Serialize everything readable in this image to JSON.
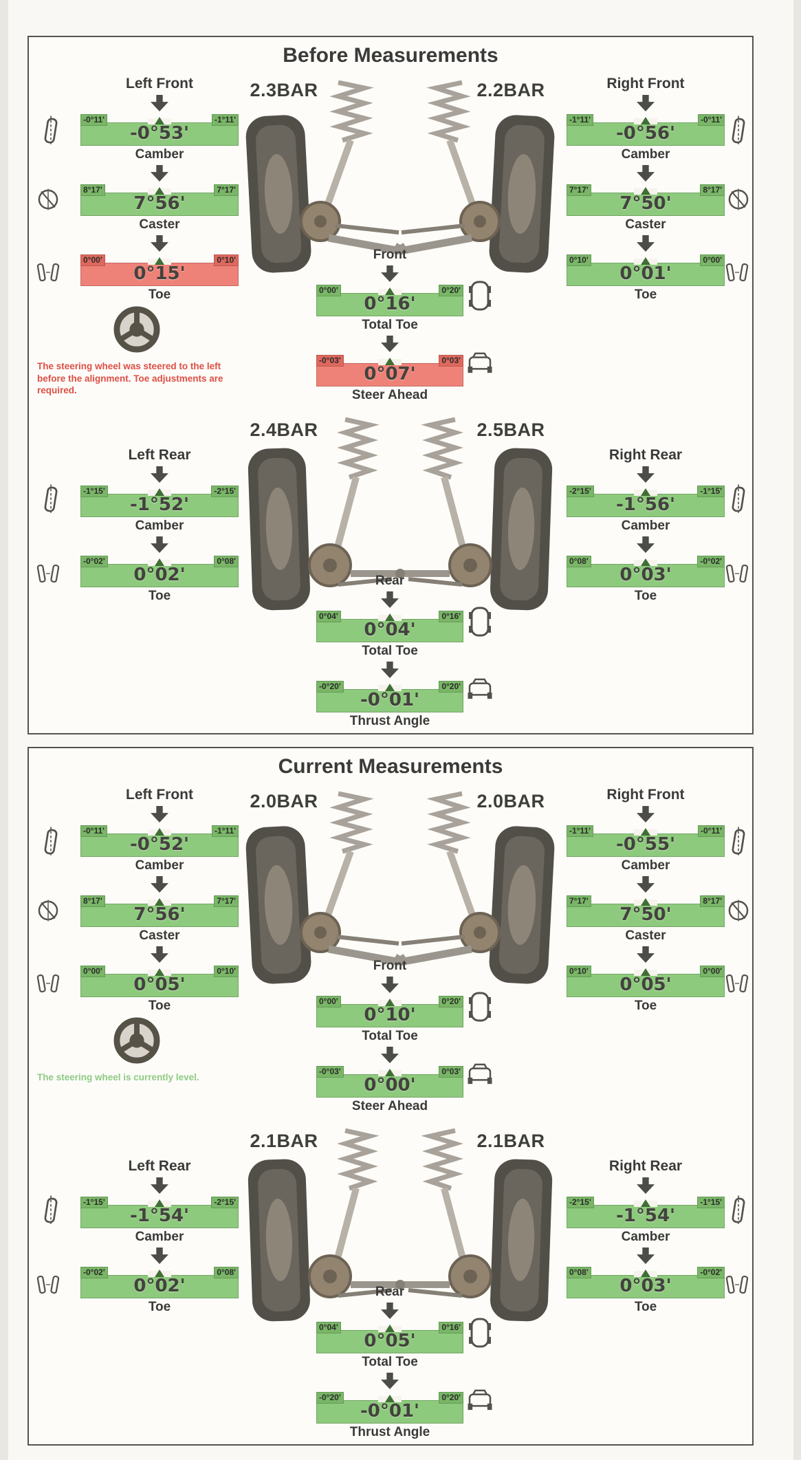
{
  "document": {
    "type": "wheel-alignment-report"
  },
  "colors": {
    "in_spec": "#8eca7d",
    "out_of_spec": "#ef8278"
  },
  "icons": {
    "camber": "camber-icon",
    "caster": "caster-icon",
    "toe": "toe-icon",
    "vehicle_top": "vehicle-top-icon",
    "vehicle_rear": "vehicle-rear-icon",
    "steering_wheel": "steering-wheel-icon",
    "down_arrow": "down-arrow-icon"
  },
  "panels": [
    {
      "title": "Before Measurements",
      "front": {
        "left_wheel_label": "Left Front",
        "right_wheel_label": "Right Front",
        "left_pressure": "2.3BAR",
        "right_pressure": "2.2BAR",
        "center_label": "Front",
        "left": [
          {
            "name": "Camber",
            "lo": "-0°11'",
            "hi": "-1°11'",
            "value": "-0°53'",
            "status": "ok"
          },
          {
            "name": "Caster",
            "lo": "8°17'",
            "hi": "7°17'",
            "value": "7°56'",
            "status": "ok"
          },
          {
            "name": "Toe",
            "lo": "0°00'",
            "hi": "0°10'",
            "value": "0°15'",
            "status": "bad"
          }
        ],
        "right": [
          {
            "name": "Camber",
            "lo": "-1°11'",
            "hi": "-0°11'",
            "value": "-0°56'",
            "status": "ok"
          },
          {
            "name": "Caster",
            "lo": "7°17'",
            "hi": "8°17'",
            "value": "7°50'",
            "status": "ok"
          },
          {
            "name": "Toe",
            "lo": "0°10'",
            "hi": "0°00'",
            "value": "0°01'",
            "status": "ok"
          }
        ],
        "center": [
          {
            "name": "Total Toe",
            "lo": "0°00'",
            "hi": "0°20'",
            "value": "0°16'",
            "status": "ok"
          },
          {
            "name": "Steer Ahead",
            "lo": "-0°03'",
            "hi": "0°03'",
            "value": "0°07'",
            "status": "bad"
          }
        ],
        "steering_note": "The steering wheel was steered to the left before the alignment.  Toe adjustments are required.",
        "steering_note_status": "bad"
      },
      "rear": {
        "left_wheel_label": "Left Rear",
        "right_wheel_label": "Right Rear",
        "left_pressure": "2.4BAR",
        "right_pressure": "2.5BAR",
        "center_label": "Rear",
        "left": [
          {
            "name": "Camber",
            "lo": "-1°15'",
            "hi": "-2°15'",
            "value": "-1°52'",
            "status": "ok"
          },
          {
            "name": "Toe",
            "lo": "-0°02'",
            "hi": "0°08'",
            "value": "0°02'",
            "status": "ok"
          }
        ],
        "right": [
          {
            "name": "Camber",
            "lo": "-2°15'",
            "hi": "-1°15'",
            "value": "-1°56'",
            "status": "ok"
          },
          {
            "name": "Toe",
            "lo": "0°08'",
            "hi": "-0°02'",
            "value": "0°03'",
            "status": "ok"
          }
        ],
        "center": [
          {
            "name": "Total Toe",
            "lo": "0°04'",
            "hi": "0°16'",
            "value": "0°04'",
            "status": "ok"
          },
          {
            "name": "Thrust Angle",
            "lo": "-0°20'",
            "hi": "0°20'",
            "value": "-0°01'",
            "status": "ok"
          }
        ]
      }
    },
    {
      "title": "Current Measurements",
      "front": {
        "left_wheel_label": "Left Front",
        "right_wheel_label": "Right Front",
        "left_pressure": "2.0BAR",
        "right_pressure": "2.0BAR",
        "center_label": "Front",
        "left": [
          {
            "name": "Camber",
            "lo": "-0°11'",
            "hi": "-1°11'",
            "value": "-0°52'",
            "status": "ok"
          },
          {
            "name": "Caster",
            "lo": "8°17'",
            "hi": "7°17'",
            "value": "7°56'",
            "status": "ok"
          },
          {
            "name": "Toe",
            "lo": "0°00'",
            "hi": "0°10'",
            "value": "0°05'",
            "status": "ok"
          }
        ],
        "right": [
          {
            "name": "Camber",
            "lo": "-1°11'",
            "hi": "-0°11'",
            "value": "-0°55'",
            "status": "ok"
          },
          {
            "name": "Caster",
            "lo": "7°17'",
            "hi": "8°17'",
            "value": "7°50'",
            "status": "ok"
          },
          {
            "name": "Toe",
            "lo": "0°10'",
            "hi": "0°00'",
            "value": "0°05'",
            "status": "ok"
          }
        ],
        "center": [
          {
            "name": "Total Toe",
            "lo": "0°00'",
            "hi": "0°20'",
            "value": "0°10'",
            "status": "ok"
          },
          {
            "name": "Steer Ahead",
            "lo": "-0°03'",
            "hi": "0°03'",
            "value": "0°00'",
            "status": "ok"
          }
        ],
        "steering_note": "The steering wheel is currently level.",
        "steering_note_status": "ok"
      },
      "rear": {
        "left_wheel_label": "Left Rear",
        "right_wheel_label": "Right Rear",
        "left_pressure": "2.1BAR",
        "right_pressure": "2.1BAR",
        "center_label": "Rear",
        "left": [
          {
            "name": "Camber",
            "lo": "-1°15'",
            "hi": "-2°15'",
            "value": "-1°54'",
            "status": "ok"
          },
          {
            "name": "Toe",
            "lo": "-0°02'",
            "hi": "0°08'",
            "value": "0°02'",
            "status": "ok"
          }
        ],
        "right": [
          {
            "name": "Camber",
            "lo": "-2°15'",
            "hi": "-1°15'",
            "value": "-1°54'",
            "status": "ok"
          },
          {
            "name": "Toe",
            "lo": "0°08'",
            "hi": "-0°02'",
            "value": "0°03'",
            "status": "ok"
          }
        ],
        "center": [
          {
            "name": "Total Toe",
            "lo": "0°04'",
            "hi": "0°16'",
            "value": "0°05'",
            "status": "ok"
          },
          {
            "name": "Thrust Angle",
            "lo": "-0°20'",
            "hi": "0°20'",
            "value": "-0°01'",
            "status": "ok"
          }
        ]
      }
    }
  ]
}
